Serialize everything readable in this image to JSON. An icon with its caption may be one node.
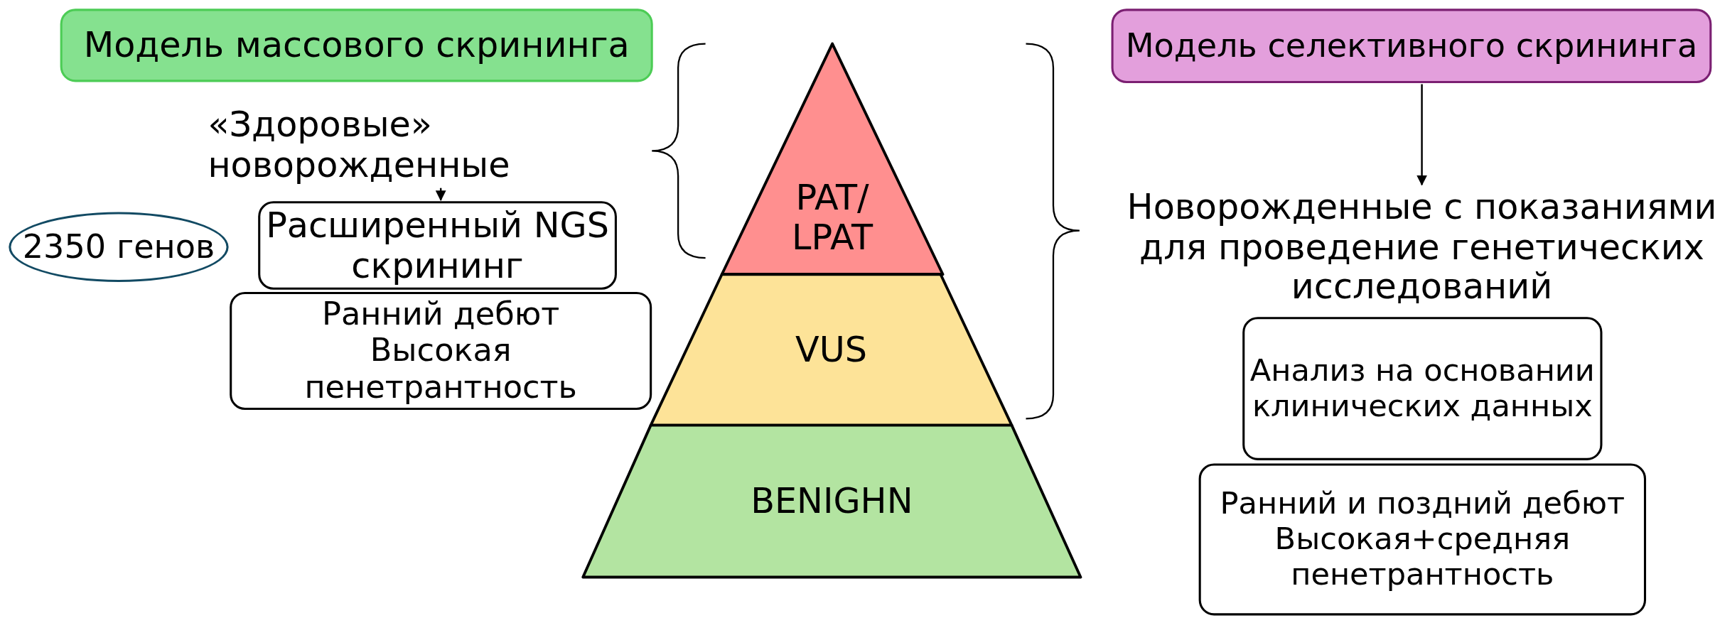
{
  "diagram": {
    "nodes": [
      {
        "text": [
          "Модель массового скрининга"
        ]
      },
      {
        "text": [
          "«Здоровые» новорожденные"
        ]
      },
      {
        "text": [
          "Расширенный NGS скрининг"
        ]
      },
      {
        "text": [
          "2350 генов"
        ]
      },
      {
        "text": [
          "Ранний дебют",
          "Высокая пенетрантность"
        ]
      },
      {
        "text": [
          "PAT/ LPAT"
        ]
      },
      {
        "text": [
          "VUS"
        ]
      },
      {
        "text": [
          "BENIGHN"
        ]
      },
      {
        "text": [
          "Модель селективного скрининга"
        ]
      },
      {
        "text": [
          "Новорожденные с показаниями для проведение генетических исследований"
        ]
      },
      {
        "text": [
          "Анализ на основании клинических данных"
        ]
      },
      {
        "text": [
          "Ранний и поздний дебют",
          "Высокая+средняя пенетрантность"
        ]
      }
    ],
    "edges": [
      {
        "from": 1,
        "to": 2,
        "arrow": "to"
      },
      {
        "from": 8,
        "to": 9,
        "arrow": "to"
      }
    ]
  }
}
